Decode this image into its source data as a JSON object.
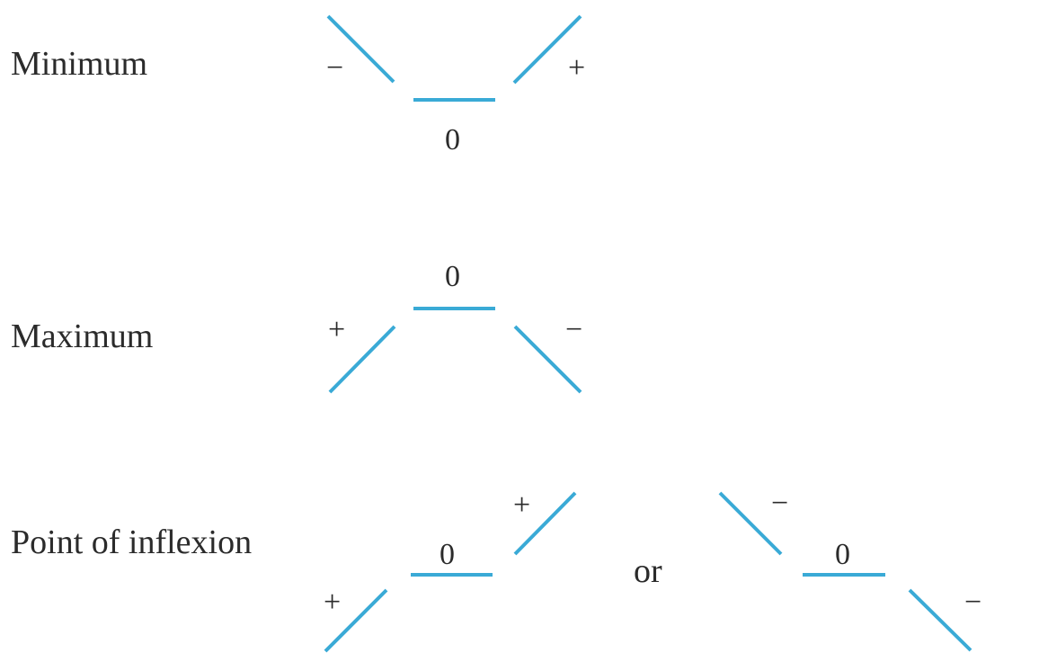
{
  "rows": {
    "minimum": {
      "label": "Minimum",
      "left_sign": "−",
      "middle_value": "0",
      "right_sign": "+"
    },
    "maximum": {
      "label": "Maximum",
      "left_sign": "+",
      "middle_value": "0",
      "right_sign": "−"
    },
    "inflexion": {
      "label": "Point of inflexion",
      "case_a": {
        "left_sign": "+",
        "middle_value": "0",
        "right_sign": "+"
      },
      "connector": "or",
      "case_b": {
        "left_sign": "−",
        "middle_value": "0",
        "right_sign": "−"
      }
    }
  },
  "colors": {
    "slope_line": "#3aaad6",
    "text": "#2b2b2b"
  }
}
